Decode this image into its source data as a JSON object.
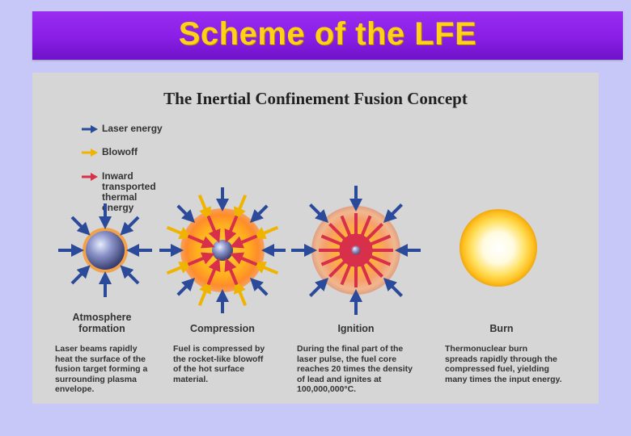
{
  "slide": {
    "title": "Scheme of the LFE"
  },
  "diagram": {
    "title": "The Inertial Confinement Fusion Concept",
    "legend": [
      {
        "label": "Laser energy",
        "color": "#2b4a9a"
      },
      {
        "label": "Blowoff",
        "color": "#f0b400"
      },
      {
        "label": "Inward transported\nthermal energy",
        "color": "#d8304a"
      }
    ],
    "stages": [
      {
        "name": "Atmosphere\nformation",
        "description": "Laser beams rapidly\nheat the surface of the\nfusion target forming a\nsurrounding plasma\nenvelope."
      },
      {
        "name": "Compression",
        "description": "Fuel is compressed by\nthe rocket-like blowoff\nof the hot surface\nmaterial."
      },
      {
        "name": "Ignition",
        "description": "During the final part of the\nlaser pulse, the fuel core\nreaches 20 times the density\nof lead and ignites at\n100,000,000°C."
      },
      {
        "name": "Burn",
        "description": "Thermonuclear burn\nspreads rapidly through the\ncompressed fuel, yielding\nmany times the input energy."
      }
    ]
  }
}
